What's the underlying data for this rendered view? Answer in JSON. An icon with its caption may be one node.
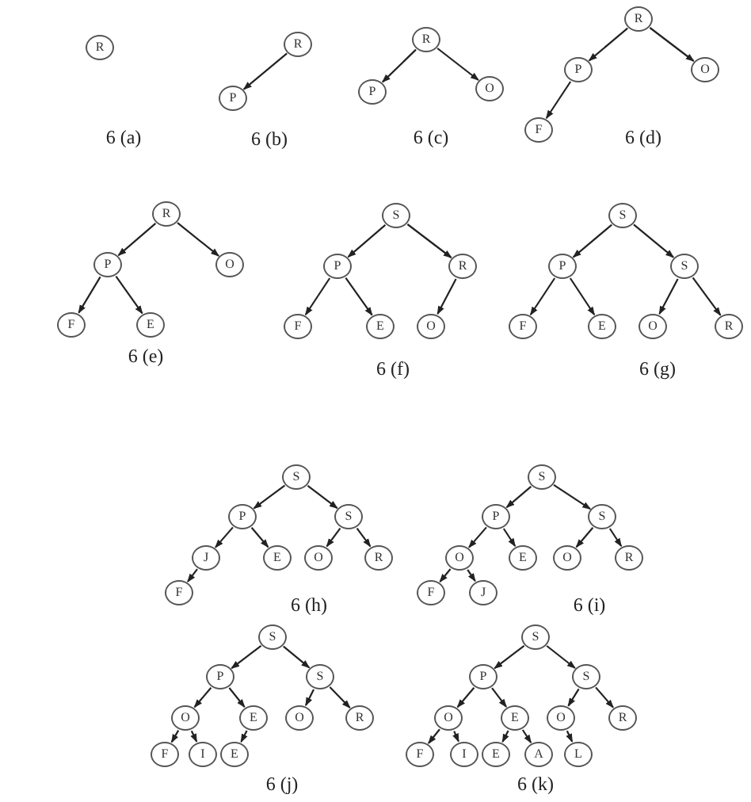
{
  "diagram": {
    "nodes": [
      {
        "text": [
          "R"
        ]
      },
      {
        "text": [
          "R"
        ]
      },
      {
        "text": [
          "P"
        ]
      },
      {
        "text": [
          "R"
        ]
      },
      {
        "text": [
          "P"
        ]
      },
      {
        "text": [
          "O"
        ]
      },
      {
        "text": [
          "R"
        ]
      },
      {
        "text": [
          "P"
        ]
      },
      {
        "text": [
          "O"
        ]
      },
      {
        "text": [
          "F"
        ]
      },
      {
        "text": [
          "R"
        ]
      },
      {
        "text": [
          "P"
        ]
      },
      {
        "text": [
          "O"
        ]
      },
      {
        "text": [
          "F"
        ]
      },
      {
        "text": [
          "E"
        ]
      },
      {
        "text": [
          "S"
        ]
      },
      {
        "text": [
          "P"
        ]
      },
      {
        "text": [
          "R"
        ]
      },
      {
        "text": [
          "F"
        ]
      },
      {
        "text": [
          "E"
        ]
      },
      {
        "text": [
          "O"
        ]
      },
      {
        "text": [
          "S"
        ]
      },
      {
        "text": [
          "P"
        ]
      },
      {
        "text": [
          "S"
        ]
      },
      {
        "text": [
          "F"
        ]
      },
      {
        "text": [
          "E"
        ]
      },
      {
        "text": [
          "O"
        ]
      },
      {
        "text": [
          "R"
        ]
      },
      {
        "text": [
          "S"
        ]
      },
      {
        "text": [
          "P"
        ]
      },
      {
        "text": [
          "S"
        ]
      },
      {
        "text": [
          "J"
        ]
      },
      {
        "text": [
          "E"
        ]
      },
      {
        "text": [
          "O"
        ]
      },
      {
        "text": [
          "R"
        ]
      },
      {
        "text": [
          "F"
        ]
      },
      {
        "text": [
          "S"
        ]
      },
      {
        "text": [
          "P"
        ]
      },
      {
        "text": [
          "S"
        ]
      },
      {
        "text": [
          "O"
        ]
      },
      {
        "text": [
          "E"
        ]
      },
      {
        "text": [
          "O"
        ]
      },
      {
        "text": [
          "R"
        ]
      },
      {
        "text": [
          "F"
        ]
      },
      {
        "text": [
          "J"
        ]
      },
      {
        "text": [
          "S"
        ]
      },
      {
        "text": [
          "P"
        ]
      },
      {
        "text": [
          "S"
        ]
      },
      {
        "text": [
          "O"
        ]
      },
      {
        "text": [
          "E"
        ]
      },
      {
        "text": [
          "O"
        ]
      },
      {
        "text": [
          "R"
        ]
      },
      {
        "text": [
          "F"
        ]
      },
      {
        "text": [
          "I"
        ]
      },
      {
        "text": [
          "E"
        ]
      },
      {
        "text": [
          "S"
        ]
      },
      {
        "text": [
          "P"
        ]
      },
      {
        "text": [
          "S"
        ]
      },
      {
        "text": [
          "O"
        ]
      },
      {
        "text": [
          "E"
        ]
      },
      {
        "text": [
          "O"
        ]
      },
      {
        "text": [
          "R"
        ]
      },
      {
        "text": [
          "F"
        ]
      },
      {
        "text": [
          "I"
        ]
      },
      {
        "text": [
          "E"
        ]
      },
      {
        "text": [
          "A"
        ]
      },
      {
        "text": [
          "L"
        ]
      }
    ],
    "edges": [
      {
        "from": 1,
        "to": 2,
        "arrow": "to"
      },
      {
        "from": 3,
        "to": 4,
        "arrow": "to"
      },
      {
        "from": 3,
        "to": 5,
        "arrow": "to"
      },
      {
        "from": 6,
        "to": 7,
        "arrow": "to"
      },
      {
        "from": 6,
        "to": 8,
        "arrow": "to"
      },
      {
        "from": 7,
        "to": 9,
        "arrow": "to"
      },
      {
        "from": 10,
        "to": 11,
        "arrow": "to"
      },
      {
        "from": 10,
        "to": 12,
        "arrow": "to"
      },
      {
        "from": 11,
        "to": 13,
        "arrow": "to"
      },
      {
        "from": 11,
        "to": 14,
        "arrow": "to"
      },
      {
        "from": 15,
        "to": 16,
        "arrow": "to"
      },
      {
        "from": 15,
        "to": 17,
        "arrow": "to"
      },
      {
        "from": 16,
        "to": 18,
        "arrow": "to"
      },
      {
        "from": 16,
        "to": 19,
        "arrow": "to"
      },
      {
        "from": 17,
        "to": 20,
        "arrow": "to"
      },
      {
        "from": 21,
        "to": 22,
        "arrow": "to"
      },
      {
        "from": 21,
        "to": 23,
        "arrow": "to"
      },
      {
        "from": 22,
        "to": 24,
        "arrow": "to"
      },
      {
        "from": 22,
        "to": 25,
        "arrow": "to"
      },
      {
        "from": 23,
        "to": 26,
        "arrow": "to"
      },
      {
        "from": 23,
        "to": 27,
        "arrow": "to"
      },
      {
        "from": 28,
        "to": 29,
        "arrow": "to"
      },
      {
        "from": 28,
        "to": 30,
        "arrow": "to"
      },
      {
        "from": 29,
        "to": 31,
        "arrow": "to"
      },
      {
        "from": 29,
        "to": 32,
        "arrow": "to"
      },
      {
        "from": 30,
        "to": 33,
        "arrow": "to"
      },
      {
        "from": 30,
        "to": 34,
        "arrow": "to"
      },
      {
        "from": 31,
        "to": 35,
        "arrow": "to"
      },
      {
        "from": 36,
        "to": 37,
        "arrow": "to"
      },
      {
        "from": 36,
        "to": 38,
        "arrow": "to"
      },
      {
        "from": 37,
        "to": 39,
        "arrow": "to"
      },
      {
        "from": 37,
        "to": 40,
        "arrow": "to"
      },
      {
        "from": 38,
        "to": 41,
        "arrow": "to"
      },
      {
        "from": 38,
        "to": 42,
        "arrow": "to"
      },
      {
        "from": 39,
        "to": 43,
        "arrow": "to"
      },
      {
        "from": 39,
        "to": 44,
        "arrow": "to"
      },
      {
        "from": 45,
        "to": 46,
        "arrow": "to"
      },
      {
        "from": 45,
        "to": 47,
        "arrow": "to"
      },
      {
        "from": 46,
        "to": 48,
        "arrow": "to"
      },
      {
        "from": 46,
        "to": 49,
        "arrow": "to"
      },
      {
        "from": 47,
        "to": 50,
        "arrow": "to"
      },
      {
        "from": 47,
        "to": 51,
        "arrow": "to"
      },
      {
        "from": 48,
        "to": 52,
        "arrow": "to"
      },
      {
        "from": 48,
        "to": 53,
        "arrow": "to"
      },
      {
        "from": 49,
        "to": 54,
        "arrow": "to"
      },
      {
        "from": 55,
        "to": 56,
        "arrow": "to"
      },
      {
        "from": 55,
        "to": 57,
        "arrow": "to"
      },
      {
        "from": 56,
        "to": 58,
        "arrow": "to"
      },
      {
        "from": 56,
        "to": 59,
        "arrow": "to"
      },
      {
        "from": 57,
        "to": 60,
        "arrow": "to"
      },
      {
        "from": 57,
        "to": 61,
        "arrow": "to"
      },
      {
        "from": 58,
        "to": 62,
        "arrow": "to"
      },
      {
        "from": 58,
        "to": 63,
        "arrow": "to"
      },
      {
        "from": 59,
        "to": 64,
        "arrow": "to"
      },
      {
        "from": 59,
        "to": 65,
        "arrow": "to"
      },
      {
        "from": 60,
        "to": 66,
        "arrow": "to"
      }
    ],
    "labels": [
      "6 (a)",
      "6 (b)",
      "6 (c)",
      "6 (d)",
      "6 (e)",
      "6 (f)",
      "6 (g)",
      "6 (h)",
      "6 (i)",
      "6 (j)",
      "6 (k)"
    ]
  }
}
